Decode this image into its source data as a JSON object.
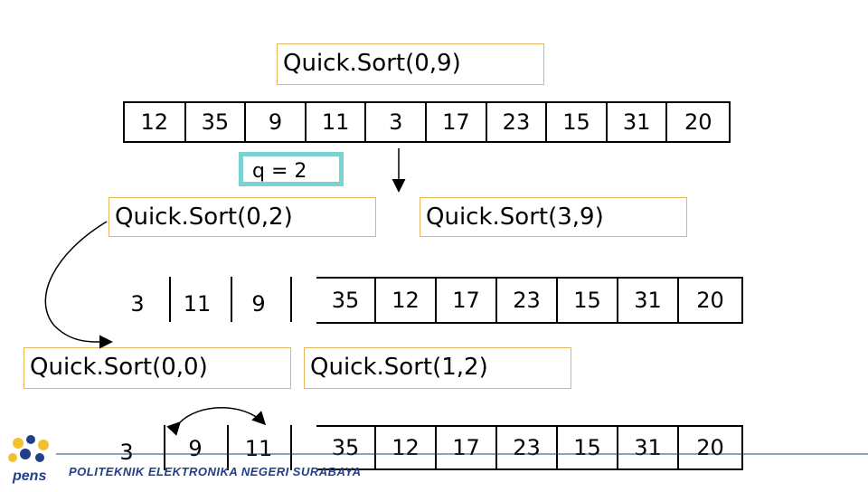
{
  "calls": {
    "root": "Quick.Sort(0,9)",
    "left": "Quick.Sort(0,2)",
    "right": "Quick.Sort(3,9)",
    "left_left": "Quick.Sort(0,0)",
    "left_right": "Quick.Sort(1,2)"
  },
  "pivot": "q = 2",
  "array_row1": [
    "12",
    "35",
    "9",
    "11",
    "3",
    "17",
    "23",
    "15",
    "31",
    "20"
  ],
  "array_row2": [
    "3",
    "11",
    "9",
    "35",
    "12",
    "17",
    "23",
    "15",
    "31",
    "20"
  ],
  "array_row3": [
    "3",
    "9",
    "11",
    "35",
    "12",
    "17",
    "23",
    "15",
    "31",
    "20"
  ],
  "footer": {
    "institution": "POLITEKNIK ELEKTRONIKA NEGERI SURABAYA",
    "logo_text": "pens"
  },
  "colors": {
    "call_box_border": "#e6b75a",
    "pivot_box_border": "#7ad3d0",
    "footer_text": "#1f3f8a",
    "logo_yellow": "#f2c12e",
    "logo_blue": "#1f3f8a"
  }
}
